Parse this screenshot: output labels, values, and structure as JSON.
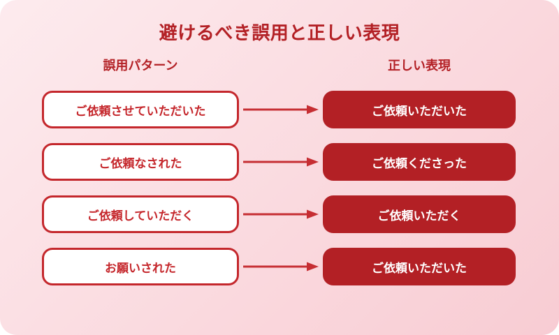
{
  "title": "避けるべき誤用と正しい表現",
  "columns": {
    "left": "誤用パターン",
    "right": "正しい表現"
  },
  "rows": [
    {
      "wrong": "ご依頼させていただいた",
      "correct": "ご依頼いただいた"
    },
    {
      "wrong": "ご依頼なされた",
      "correct": "ご依頼くださった"
    },
    {
      "wrong": "ご依頼していただく",
      "correct": "ご依頼いただく"
    },
    {
      "wrong": "お願いされた",
      "correct": "ご依頼いただいた"
    }
  ],
  "icons": {
    "arrow": "right-arrow-icon"
  },
  "colors": {
    "bg-start": "#fdebee",
    "bg-end": "#f8ccd3",
    "deep-red": "#b32025",
    "border-red": "#c4272c",
    "arrow-red": "#c62e33",
    "text-red": "#c5272c",
    "box-text-white": "#ffffff"
  }
}
